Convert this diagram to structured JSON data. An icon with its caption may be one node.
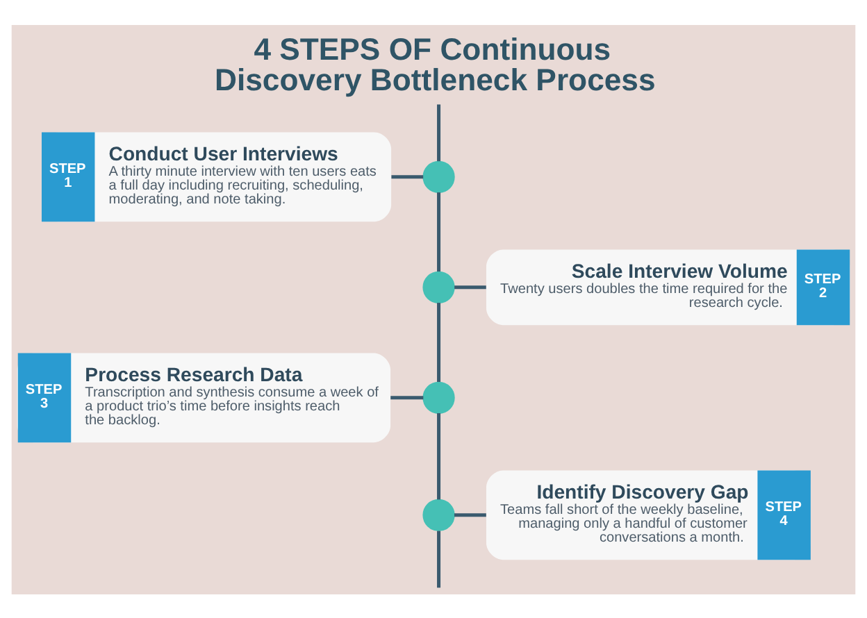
{
  "diagram": {
    "title": "4 STEPS OF Continuous Discovery Bottleneck Process",
    "nodes": [
      {
        "text": [
          "STEP 1",
          "Conduct User Interviews",
          "A thirty minute interview with ten users eats a full day including recruiting, scheduling, moderating, and note taking."
        ]
      },
      {
        "text": [],
        "shape": "circle"
      },
      {
        "text": [
          "STEP 2",
          "Scale Interview Volume",
          "Twenty users doubles the time required for the research cycle."
        ]
      },
      {
        "text": [],
        "shape": "circle"
      },
      {
        "text": [
          "STEP 3",
          "Process Research Data",
          "Transcription and synthesis consume a week of a product trio’s time before insights reach the backlog."
        ]
      },
      {
        "text": [],
        "shape": "circle"
      },
      {
        "text": [
          "STEP 4",
          "Identify Discovery Gap",
          "Teams fall short of the weekly baseline, managing only a handful of customer conversations a month."
        ]
      },
      {
        "text": [],
        "shape": "circle"
      }
    ],
    "edges": [
      {
        "from": null,
        "to": 1,
        "arrow": "none"
      },
      {
        "from": 0,
        "to": 1,
        "arrow": "none"
      },
      {
        "from": 1,
        "to": 3,
        "arrow": "none"
      },
      {
        "from": 3,
        "to": 2,
        "arrow": "none"
      },
      {
        "from": 3,
        "to": 5,
        "arrow": "none"
      },
      {
        "from": 4,
        "to": 5,
        "arrow": "none"
      },
      {
        "from": 5,
        "to": 7,
        "arrow": "none"
      },
      {
        "from": 7,
        "to": 6,
        "arrow": "none"
      },
      {
        "from": 7,
        "to": null,
        "arrow": "none"
      }
    ]
  }
}
